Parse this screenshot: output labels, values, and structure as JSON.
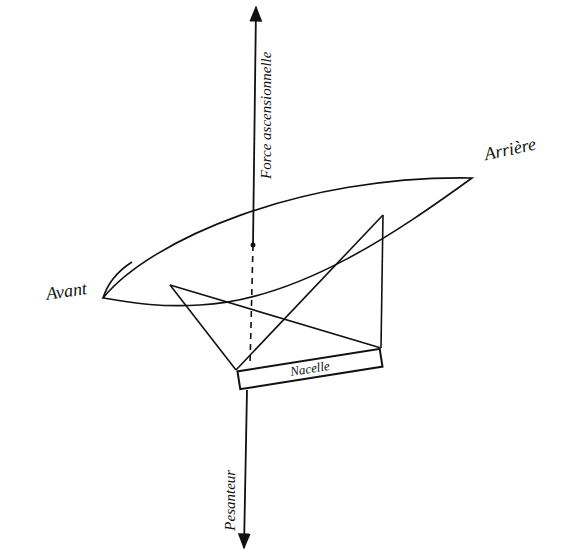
{
  "diagram": {
    "nodes": [
      {
        "text": [
          "Nacelle"
        ]
      }
    ],
    "labels": [
      "Force ascensionnelle",
      "Arrière",
      "Avant",
      "Pesanteur"
    ]
  }
}
